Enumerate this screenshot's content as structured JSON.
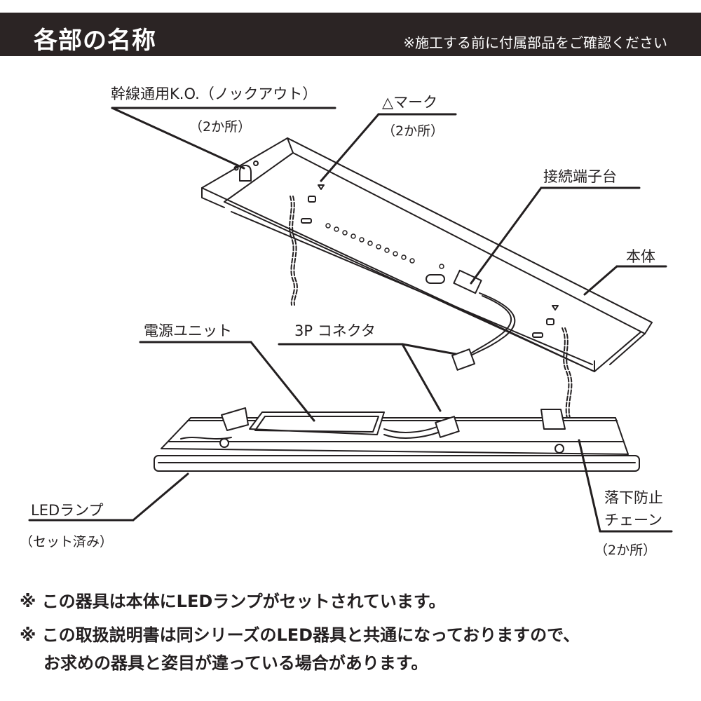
{
  "header": {
    "title": "各部の名称",
    "note": "※施工する前に付属部品をご確認ください"
  },
  "labels": {
    "ko": {
      "name": "幹線通用K.O.（ノックアウト）",
      "count": "（2か所）"
    },
    "mark": {
      "name": "△マーク",
      "count": "（2か所）"
    },
    "terminal": {
      "name": "接続端子台"
    },
    "body": {
      "name": "本体"
    },
    "power_unit": {
      "name": "電源ユニット"
    },
    "connector": {
      "name": "3P コネクタ"
    },
    "led_lamp": {
      "name": "LEDランプ",
      "sub": "（セット済み）"
    },
    "chain": {
      "line1": "落下防止",
      "line2": "チェーン",
      "count": "（2か所）"
    }
  },
  "notes": {
    "line1": "※ この器具は本体にLEDランプがセットされています。",
    "line2": "※ この取扱説明書は同シリーズのLED器具と共通になっておりますので、",
    "line3": "お求めの器具と姿目が違っている場合があります。"
  },
  "colors": {
    "header_bg": "#2b2424",
    "ink": "#231f20"
  }
}
